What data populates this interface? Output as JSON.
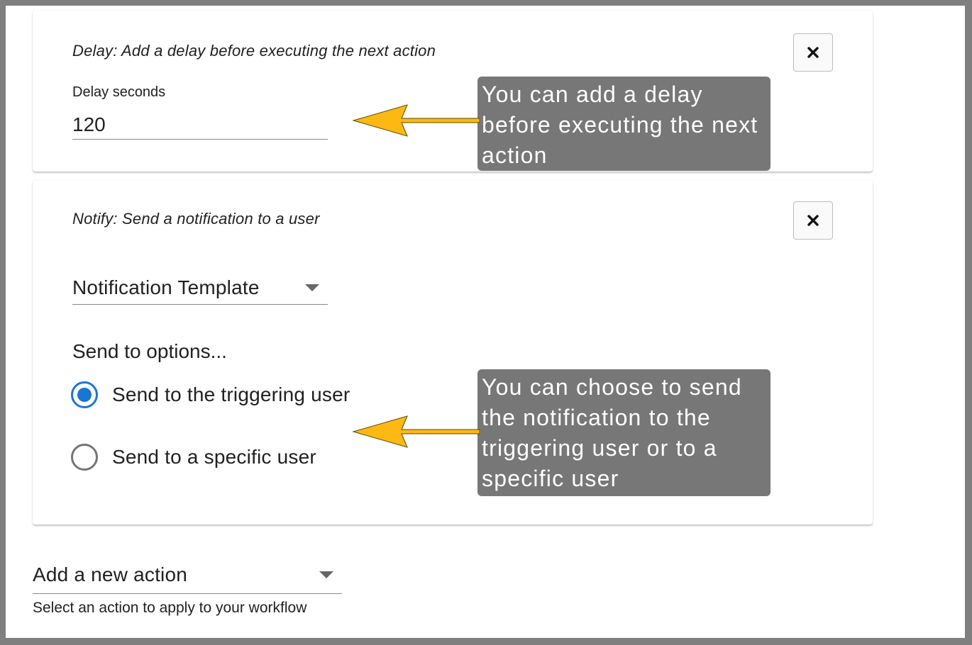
{
  "delay_action": {
    "title": "Delay: Add a delay before executing the next action",
    "field_label": "Delay seconds",
    "field_value": "120",
    "close_icon": "close-icon"
  },
  "notify_action": {
    "title": "Notify: Send a notification to a user",
    "template_select": "Notification Template",
    "send_to_heading": "Send to options...",
    "options": [
      {
        "label": "Send to the triggering user",
        "checked": true
      },
      {
        "label": "Send to a specific user",
        "checked": false
      }
    ],
    "close_icon": "close-icon"
  },
  "add_action": {
    "select_value": "Add a new action",
    "helper": "Select an action to apply to your workflow"
  },
  "callouts": {
    "delay": "You can add a delay before executing the next action",
    "notify": "You can choose to send the notification to the triggering user or to a specific user"
  },
  "colors": {
    "accent": "#1976d2",
    "arrow": "#FDB813",
    "callout_bg": "#777777",
    "frame": "#7f7f7f"
  }
}
